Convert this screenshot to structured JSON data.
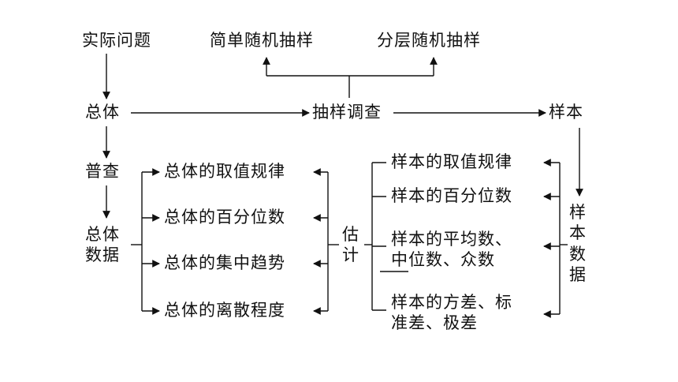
{
  "diagram": {
    "top": {
      "real_problem": "实际问题",
      "simple_sampling": "简单随机抽样",
      "stratified_sampling": "分层随机抽样"
    },
    "middle": {
      "population": "总体",
      "survey": "抽样调查",
      "sample": "样本"
    },
    "census": "普查",
    "population_data": [
      "总体",
      "数据"
    ],
    "estimate": [
      "估",
      "计"
    ],
    "sample_data": [
      "样",
      "本",
      "数",
      "据"
    ],
    "population_items": [
      "总体的取值规律",
      "总体的百分位数",
      "总体的集中趋势",
      "总体的离散程度"
    ],
    "sample_items": {
      "law": "样本的取值规律",
      "percentile": "样本的百分位数",
      "center": [
        "样本的平均数、",
        "中位数、众数"
      ],
      "dispersion": [
        "样本的方差、标",
        "准差、极差"
      ]
    }
  }
}
